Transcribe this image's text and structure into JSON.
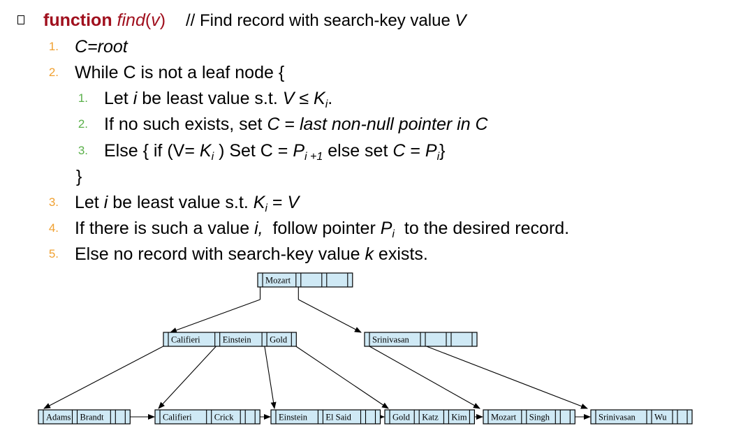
{
  "pseudocode": {
    "header": {
      "keyword": "function",
      "name": "find",
      "arg_open": "(",
      "arg": "v",
      "arg_close": ")",
      "comment_prefix": "//",
      "comment_text": "Find record with search-key value",
      "comment_var": "V"
    },
    "steps": [
      {
        "num": "1.",
        "text": "C=root"
      },
      {
        "num": "2.",
        "text": "While C is not a leaf node {"
      },
      {
        "num": "1.",
        "a": "Let ",
        "i": "i",
        "b": " be least value s.t. ",
        "v": "V",
        "le": " ≤ ",
        "k": "K",
        "sub": "i",
        "dot": "."
      },
      {
        "num": "2.",
        "a": "If no such exists, set ",
        "c": "C",
        "eq": " = ",
        "rest": "last non-null pointer in C"
      },
      {
        "num": "3.",
        "a": "Else { if (V= ",
        "k": "K",
        "sub1": "i",
        "b": " ) Set C = ",
        "p": "P",
        "sub2": "i +1",
        "c": " else set ",
        "cv": "C",
        "d": " = ",
        "p2": "P",
        "sub3": "i",
        "e": "}"
      },
      {
        "text": "}"
      },
      {
        "num": "3.",
        "a": "Let ",
        "i": "i",
        "b": " be least value s.t. ",
        "k": "K",
        "sub": "i",
        "c": " = ",
        "v": "V"
      },
      {
        "num": "4.",
        "a": "If there is such a value ",
        "i": "i,",
        "b": "  follow pointer ",
        "p": "P",
        "sub": "i",
        "c": "  to the desired record."
      },
      {
        "num": "5.",
        "a": "Else no record with search-key value ",
        "k": "k",
        "b": " exists."
      }
    ]
  },
  "tree": {
    "root": {
      "keys": [
        "Mozart",
        "",
        ""
      ]
    },
    "internal": [
      {
        "keys": [
          "Califieri",
          "Einstein",
          "Gold"
        ]
      },
      {
        "keys": [
          "Srinivasan",
          "",
          ""
        ]
      }
    ],
    "leaves": [
      {
        "keys": [
          "Adams",
          "Brandt",
          ""
        ]
      },
      {
        "keys": [
          "Califieri",
          "Crick",
          ""
        ]
      },
      {
        "keys": [
          "Einstein",
          "El Said",
          ""
        ]
      },
      {
        "keys": [
          "Gold",
          "Katz",
          "Kim"
        ]
      },
      {
        "keys": [
          "Mozart",
          "Singh",
          ""
        ]
      },
      {
        "keys": [
          "Srinivasan",
          "Wu",
          ""
        ]
      }
    ]
  },
  "colors": {
    "keyword": "#a0101e",
    "number": "#f0a030",
    "subnumber": "#5ab04a",
    "node_fill": "#cfe9f5"
  }
}
